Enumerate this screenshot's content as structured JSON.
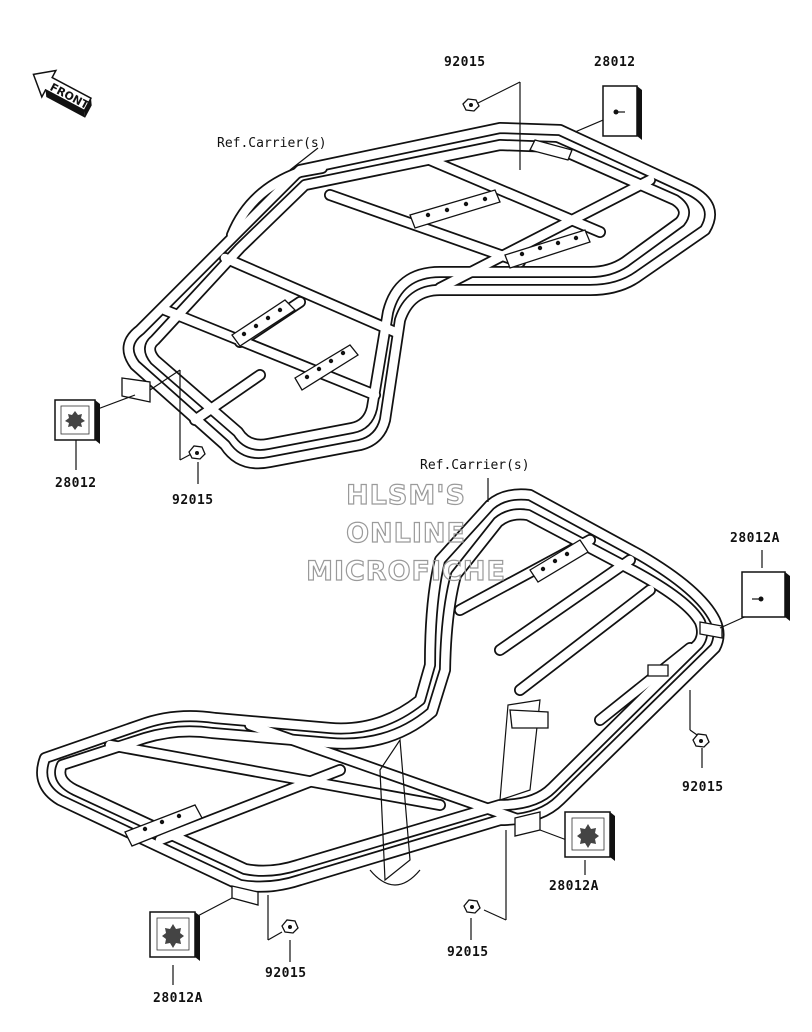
{
  "front_label": "FRONT",
  "upper_carrier": {
    "ref_label": "Ref.Carrier(s)",
    "nut_top": "92015",
    "reflector_top": "28012",
    "reflector_left": "28012",
    "nut_left": "92015"
  },
  "lower_carrier": {
    "ref_label": "Ref.Carrier(s)",
    "reflector_right": "28012A",
    "nut_right": "92015",
    "reflector_mid": "28012A",
    "nut_mid": "92015",
    "reflector_left": "28012A",
    "nut_left": "92015"
  },
  "watermark": [
    "HLSM'S",
    "ONLINE",
    "MICROFICHE"
  ]
}
